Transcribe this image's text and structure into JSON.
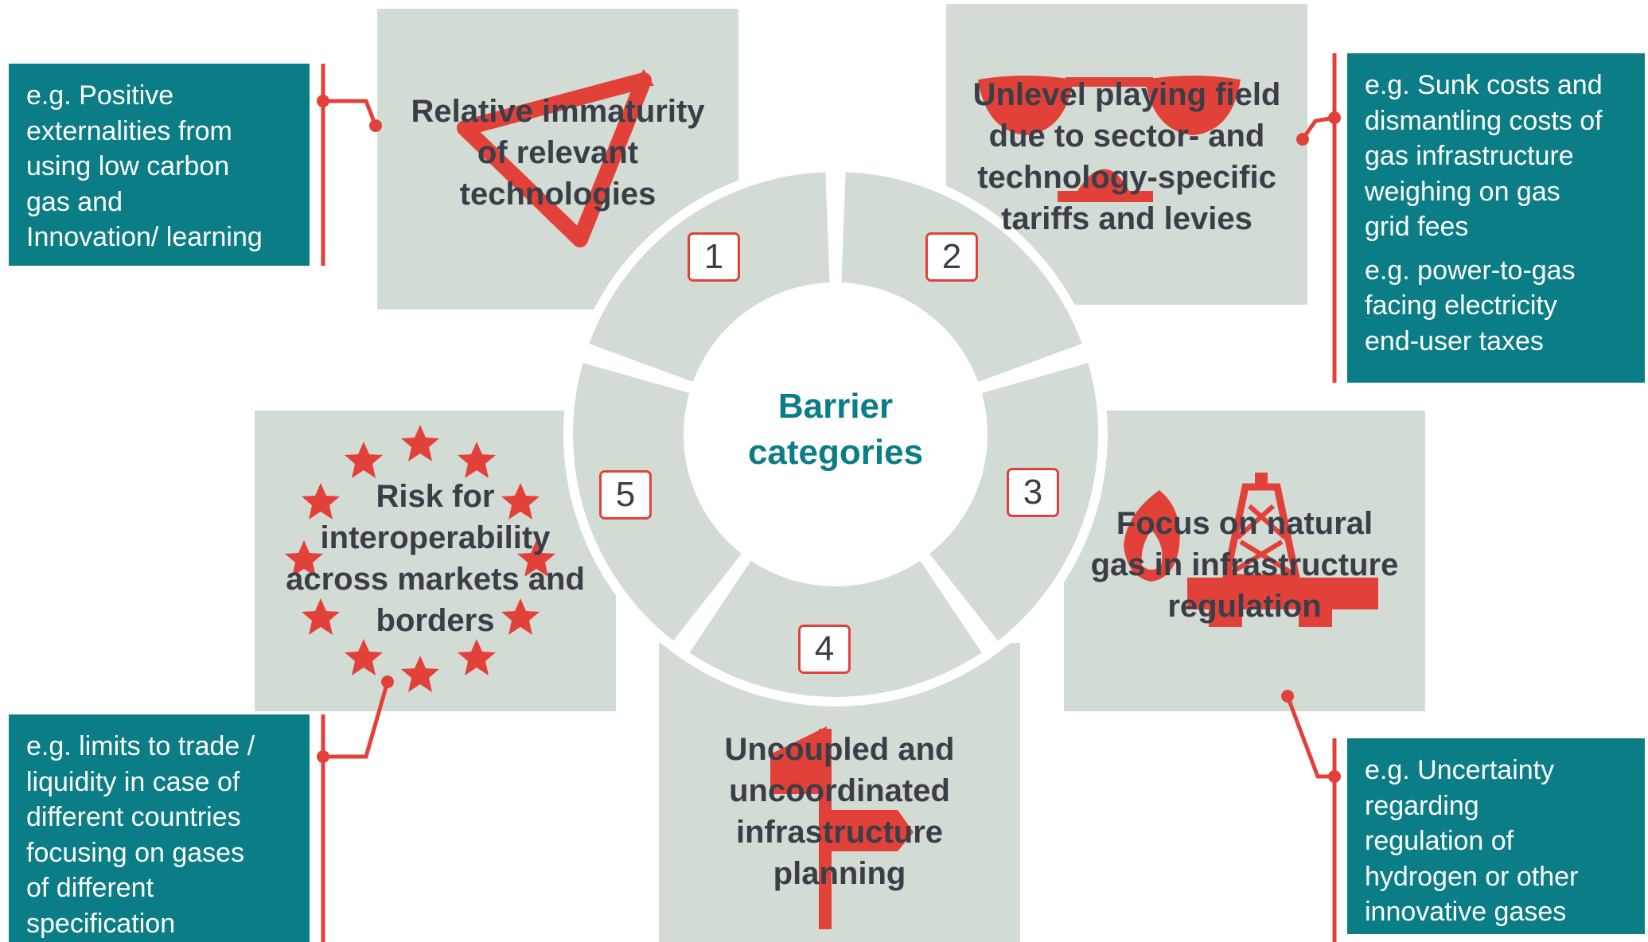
{
  "center_label": "Barrier\ncategories",
  "icon_color": "#e2413a",
  "accent_color": "#0a7d86",
  "categories": [
    {
      "number": "1",
      "title": "Relative immaturity\nof relevant\ntechnologies",
      "icon": "triangle-arrows-icon"
    },
    {
      "number": "2",
      "title": "Unlevel playing field\ndue to sector- and\ntechnology-specific\ntariffs and levies",
      "icon": "hourglass-icon"
    },
    {
      "number": "3",
      "title": "Focus on natural\ngas in infrastructure\nregulation",
      "icon": "gas-rig-icon"
    },
    {
      "number": "4",
      "title": "Uncoupled and\nuncoordinated\ninfrastructure\nplanning",
      "icon": "signpost-icon"
    },
    {
      "number": "5",
      "title": "Risk for\ninteroperability\nacross markets and\nborders",
      "icon": "eu-stars-icon"
    }
  ],
  "examples": {
    "cat1": [
      "e.g. Positive\nexternalities from\nusing low carbon\ngas and\nInnovation/ learning"
    ],
    "cat2": [
      "e.g. Sunk costs and\ndismantling costs of\ngas infrastructure\nweighing on gas\ngrid fees",
      "e.g. power-to-gas\nfacing electricity\nend-user taxes"
    ],
    "cat3": [
      "e.g. Uncertainty\nregarding\nregulation of\nhydrogen or other\ninnovative gases"
    ],
    "cat5": [
      "e.g. limits to trade /\nliquidity in case of\ndifferent countries\nfocusing on gases\nof different\nspecification"
    ]
  }
}
